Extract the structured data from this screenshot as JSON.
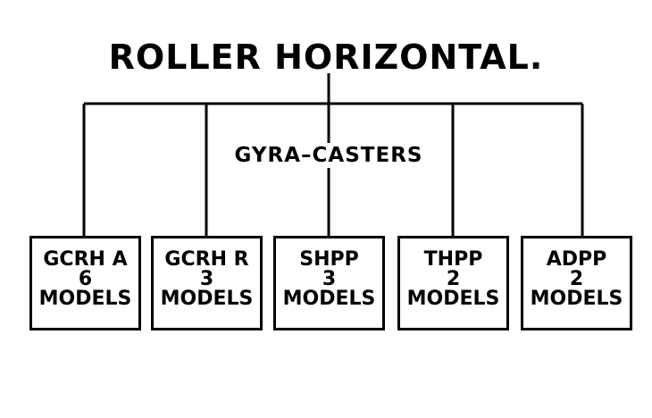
{
  "title": "ROLLER HORIZONTAL.",
  "group_label": "GYRA–CASTERS",
  "boxes": [
    {
      "name": "GCRH A",
      "count": "6",
      "unit": "MODELS"
    },
    {
      "name": "GCRH R",
      "count": "3",
      "unit": "MODELS"
    },
    {
      "name": "SHPP",
      "count": "3",
      "unit": "MODELS"
    },
    {
      "name": "THPP",
      "count": "2",
      "unit": "MODELS"
    },
    {
      "name": "ADPP",
      "count": "2",
      "unit": "MODELS"
    }
  ]
}
